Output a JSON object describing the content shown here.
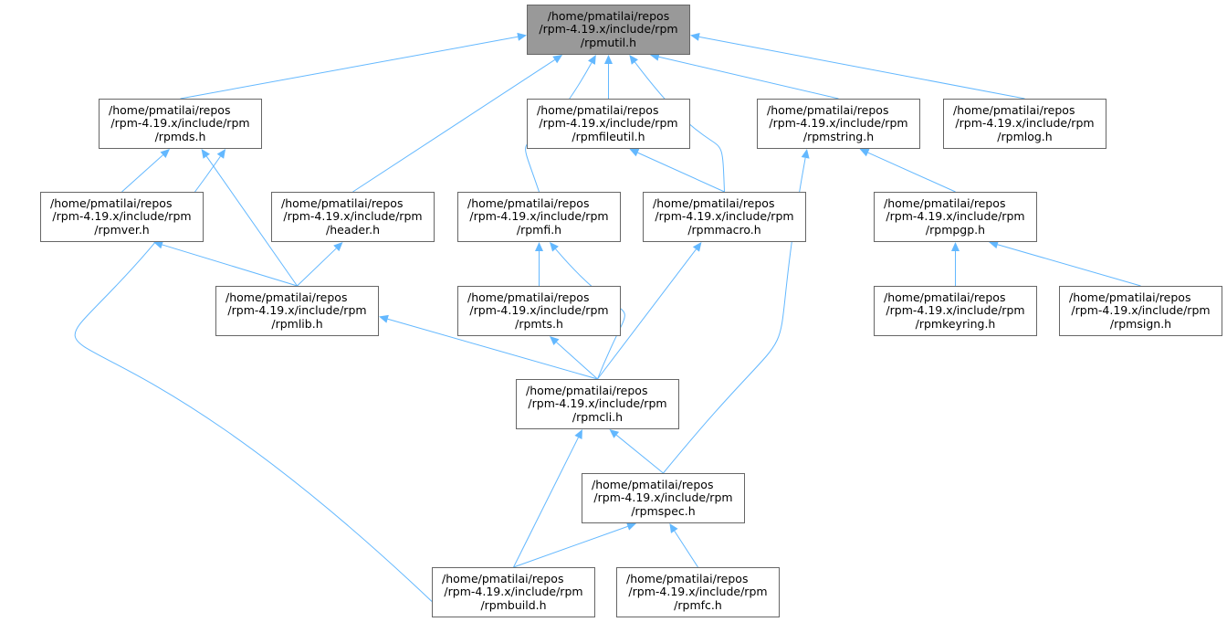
{
  "colors": {
    "edge": "#63b8ff",
    "border": "#666666",
    "root_fill": "#999999"
  },
  "nodes": {
    "rpmutil": [
      "/home/pmatilai/repos",
      "/rpm-4.19.x/include/rpm",
      "/rpmutil.h"
    ],
    "rpmds": [
      "/home/pmatilai/repos",
      "/rpm-4.19.x/include/rpm",
      "/rpmds.h"
    ],
    "rpmfileutil": [
      "/home/pmatilai/repos",
      "/rpm-4.19.x/include/rpm",
      "/rpmfileutil.h"
    ],
    "rpmstring": [
      "/home/pmatilai/repos",
      "/rpm-4.19.x/include/rpm",
      "/rpmstring.h"
    ],
    "rpmlog": [
      "/home/pmatilai/repos",
      "/rpm-4.19.x/include/rpm",
      "/rpmlog.h"
    ],
    "rpmver": [
      "/home/pmatilai/repos",
      "/rpm-4.19.x/include/rpm",
      "/rpmver.h"
    ],
    "header": [
      "/home/pmatilai/repos",
      "/rpm-4.19.x/include/rpm",
      "/header.h"
    ],
    "rpmfi": [
      "/home/pmatilai/repos",
      "/rpm-4.19.x/include/rpm",
      "/rpmfi.h"
    ],
    "rpmmacro": [
      "/home/pmatilai/repos",
      "/rpm-4.19.x/include/rpm",
      "/rpmmacro.h"
    ],
    "rpmpgp": [
      "/home/pmatilai/repos",
      "/rpm-4.19.x/include/rpm",
      "/rpmpgp.h"
    ],
    "rpmlib": [
      "/home/pmatilai/repos",
      "/rpm-4.19.x/include/rpm",
      "/rpmlib.h"
    ],
    "rpmts": [
      "/home/pmatilai/repos",
      "/rpm-4.19.x/include/rpm",
      "/rpmts.h"
    ],
    "rpmkeyring": [
      "/home/pmatilai/repos",
      "/rpm-4.19.x/include/rpm",
      "/rpmkeyring.h"
    ],
    "rpmsign": [
      "/home/pmatilai/repos",
      "/rpm-4.19.x/include/rpm",
      "/rpmsign.h"
    ],
    "rpmcli": [
      "/home/pmatilai/repos",
      "/rpm-4.19.x/include/rpm",
      "/rpmcli.h"
    ],
    "rpmspec": [
      "/home/pmatilai/repos",
      "/rpm-4.19.x/include/rpm",
      "/rpmspec.h"
    ],
    "rpmbuild": [
      "/home/pmatilai/repos",
      "/rpm-4.19.x/include/rpm",
      "/rpmbuild.h"
    ],
    "rpmfc": [
      "/home/pmatilai/repos",
      "/rpm-4.19.x/include/rpm",
      "/rpmfc.h"
    ]
  },
  "edges": [
    [
      "rpmds",
      "rpmutil"
    ],
    [
      "header",
      "rpmutil"
    ],
    [
      "rpmfi",
      "rpmutil"
    ],
    [
      "rpmfileutil",
      "rpmutil"
    ],
    [
      "rpmmacro",
      "rpmutil"
    ],
    [
      "rpmstring",
      "rpmutil"
    ],
    [
      "rpmlog",
      "rpmutil"
    ],
    [
      "rpmver",
      "rpmds"
    ],
    [
      "rpmlib",
      "rpmds"
    ],
    [
      "rpmbuild",
      "rpmds"
    ],
    [
      "rpmmacro",
      "rpmfileutil"
    ],
    [
      "rpmspec",
      "rpmstring"
    ],
    [
      "rpmpgp",
      "rpmstring"
    ],
    [
      "rpmlib",
      "rpmver"
    ],
    [
      "rpmlib",
      "header"
    ],
    [
      "rpmts",
      "rpmfi"
    ],
    [
      "rpmcli",
      "rpmfi"
    ],
    [
      "rpmcli",
      "rpmmacro"
    ],
    [
      "rpmkeyring",
      "rpmpgp"
    ],
    [
      "rpmsign",
      "rpmpgp"
    ],
    [
      "rpmcli",
      "rpmlib"
    ],
    [
      "rpmcli",
      "rpmts"
    ],
    [
      "rpmspec",
      "rpmcli"
    ],
    [
      "rpmbuild",
      "rpmcli"
    ],
    [
      "rpmbuild",
      "rpmspec"
    ],
    [
      "rpmfc",
      "rpmspec"
    ]
  ]
}
